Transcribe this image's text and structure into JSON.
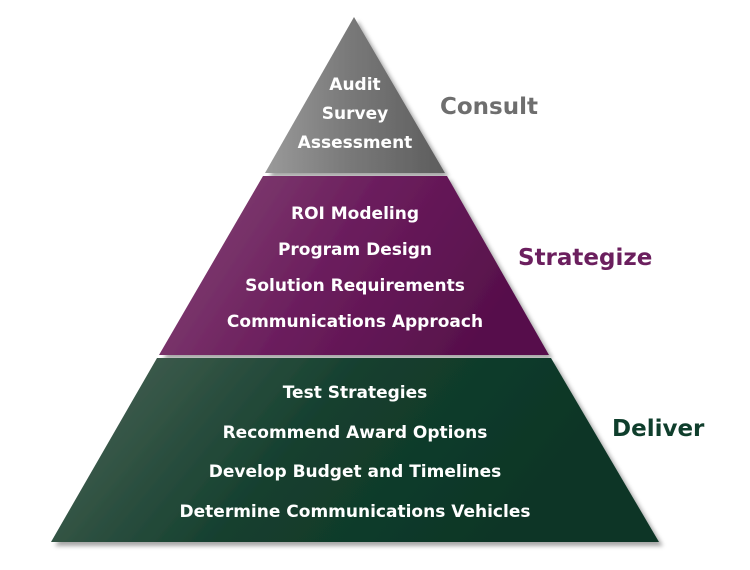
{
  "colors": {
    "consult": "#6e6e6e",
    "strategize": "#6b1f5e",
    "deliver": "#0f3e2c",
    "border": "#ffffff"
  },
  "tiers": {
    "consult": {
      "label": "Consult",
      "items": [
        "Audit",
        "Survey",
        "Assessment"
      ]
    },
    "strategize": {
      "label": "Strategize",
      "items": [
        "ROI Modeling",
        "Program Design",
        "Solution Requirements",
        "Communications Approach"
      ]
    },
    "deliver": {
      "label": "Deliver",
      "items": [
        "Test Strategies",
        "Recommend Award Options",
        "Develop Budget and Timelines",
        "Determine Communications Vehicles"
      ]
    }
  }
}
